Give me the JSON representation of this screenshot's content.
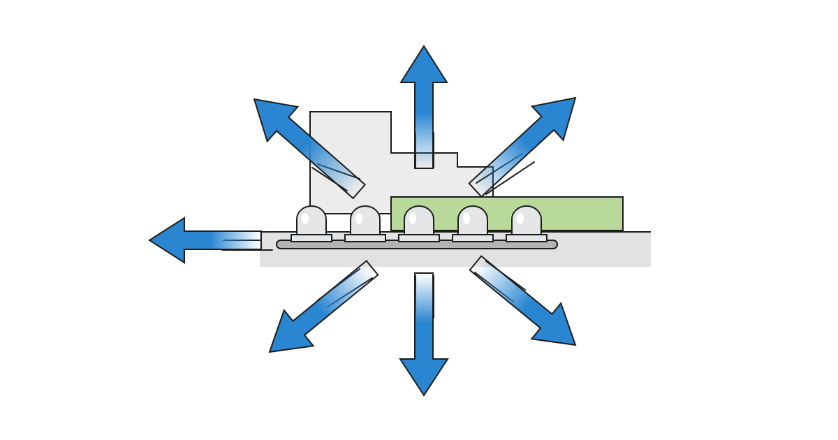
{
  "diagram": {
    "description_visible_text": "",
    "colors": {
      "arrow": "#2a86d1",
      "outline": "#1c1c1c",
      "building": "#ececec",
      "green_block": "#b9d99a",
      "base": "#e2e2e2",
      "led_body": "#e4e6e8",
      "led_highlight": "#ffffff",
      "pcb_strip": "#b4b4b4"
    },
    "led_count": 5,
    "arrow_directions": [
      "left",
      "up-left",
      "up",
      "up-right",
      "down-left",
      "down",
      "down-right"
    ]
  }
}
